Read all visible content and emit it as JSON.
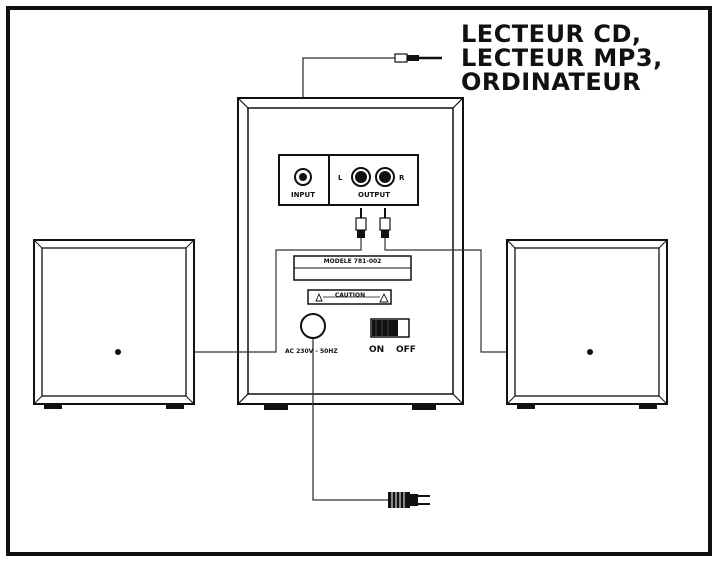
{
  "device_label": {
    "line1": "LECTEUR CD,",
    "line2": "LECTEUR MP3,",
    "line3": "ORDINATEUR"
  },
  "panel": {
    "input_label": "INPUT",
    "output_label": "OUTPUT",
    "left_channel": "L",
    "right_channel": "R",
    "model_label": "MODELE 781-002",
    "caution_label": "CAUTION",
    "power_label": "AC 230V - 50HZ",
    "on_label": "ON",
    "off_label": "OFF"
  }
}
